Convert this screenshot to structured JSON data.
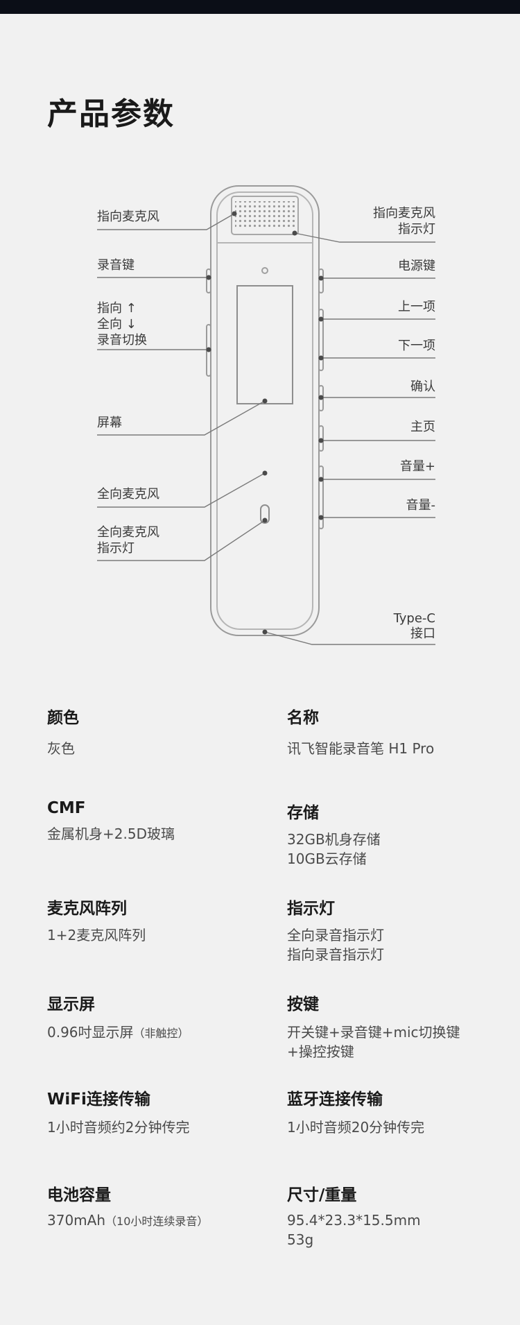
{
  "page_title": "产品参数",
  "diagram": {
    "left_labels": {
      "directional_mic": "指向麦克风",
      "record_key": "录音键",
      "switch_1": "指向 ↑",
      "switch_2": "全向 ↓",
      "switch_3": "录音切换",
      "screen": "屏幕",
      "omni_mic": "全向麦克风",
      "omni_light_1": "全向麦克风",
      "omni_light_2": "指示灯"
    },
    "right_labels": {
      "dir_light_1": "指向麦克风",
      "dir_light_2": "指示灯",
      "power": "电源键",
      "prev": "上一项",
      "next": "下一项",
      "confirm": "确认",
      "home": "主页",
      "vol_up": "音量+",
      "vol_down": "音量-",
      "typec_1": "Type-C",
      "typec_2": "接口"
    }
  },
  "specs": [
    {
      "title": "颜色",
      "values": [
        "灰色"
      ]
    },
    {
      "title": "名称",
      "values": [
        "讯飞智能录音笔 H1 Pro"
      ]
    },
    {
      "title": "CMF",
      "values": [
        "金属机身+2.5D玻璃"
      ]
    },
    {
      "title": "存储",
      "values": [
        "32GB机身存储",
        "10GB云存储"
      ]
    },
    {
      "title": "麦克风阵列",
      "values": [
        "1+2麦克风阵列"
      ]
    },
    {
      "title": "指示灯",
      "values": [
        "全向录音指示灯",
        "指向录音指示灯"
      ]
    },
    {
      "title": "显示屏",
      "values": [
        "0.96吋显示屏"
      ],
      "note": "（非触控）"
    },
    {
      "title": "按键",
      "values": [
        "开关键+录音键+mic切换键",
        "+操控按键"
      ]
    },
    {
      "title": "WiFi连接传输",
      "values": [
        "1小时音频约2分钟传完"
      ]
    },
    {
      "title": "蓝牙连接传输",
      "values": [
        "1小时音频20分钟传完"
      ]
    },
    {
      "title": "电池容量",
      "values": [
        "370mAh"
      ],
      "note": "（10小时连续录音）"
    },
    {
      "title": "尺寸/重量",
      "values": [
        "95.4*23.3*15.5mm",
        "53g"
      ]
    }
  ]
}
